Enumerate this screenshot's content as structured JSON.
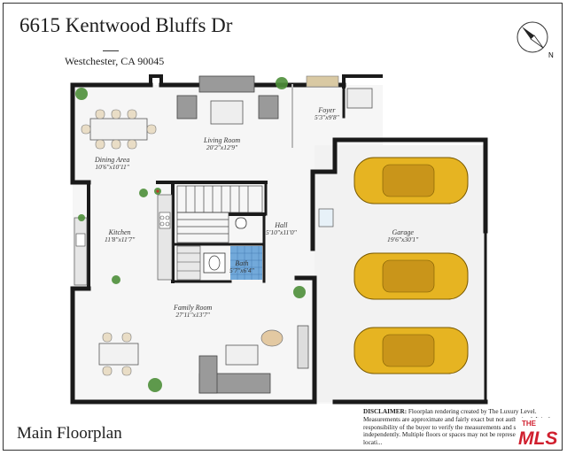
{
  "header": {
    "address": "6615 Kentwood Bluffs Dr",
    "city": "Westchester, CA 90045"
  },
  "compass": {
    "north_label": "N"
  },
  "plan_name": "Main Floorplan",
  "rooms": [
    {
      "key": "foyer",
      "name": "Foyer",
      "dims": "5'3\"x9'8\""
    },
    {
      "key": "living",
      "name": "Living Room",
      "dims": "20'2\"x12'9\""
    },
    {
      "key": "dining",
      "name": "Dining Area",
      "dims": "10'6\"x10'11\""
    },
    {
      "key": "kitchen",
      "name": "Kitchen",
      "dims": "11'8\"x11'7\""
    },
    {
      "key": "hall",
      "name": "Hall",
      "dims": "5'10\"x11'0\""
    },
    {
      "key": "garage",
      "name": "Garage",
      "dims": "19'6\"x30'1\""
    },
    {
      "key": "bath",
      "name": "Bath",
      "dims": "5'7\"x6'4\""
    },
    {
      "key": "family",
      "name": "Family Room",
      "dims": "27'11\"x13'7\""
    }
  ],
  "disclaimer": {
    "heading": "DISCLAIMER:",
    "text": "Floorplan rendering created by The Luxury Level. Measurements are approximate and fairly exact but not authorized. It is the responsibility of the buyer to verify the measurements and square footage independently. Multiple floors or spaces may not be representative of actual locati..."
  },
  "badge": {
    "top": "THE",
    "main": "MLS"
  },
  "colors": {
    "wall": "#1a1a1a",
    "car_body": "#e6b422",
    "bath_tile": "#5b9bd5",
    "plant": "#4e8f3a"
  }
}
